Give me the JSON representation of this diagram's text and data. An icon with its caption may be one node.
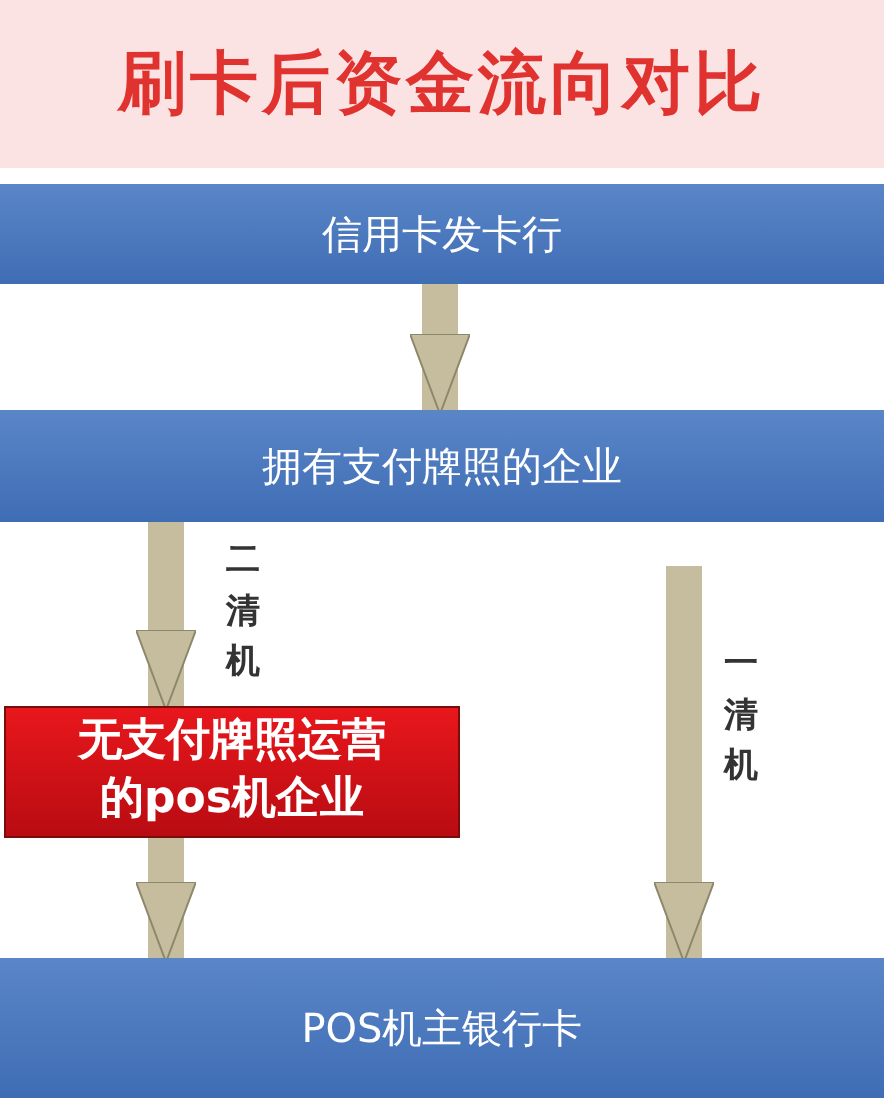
{
  "diagram": {
    "title": "刷卡后资金流向对比",
    "nodes": [
      {
        "text": [
          "信用卡发卡行"
        ]
      },
      {
        "text": [
          "拥有支付牌照的企业"
        ]
      },
      {
        "text": [
          "无支付牌照运营的pos机企业"
        ]
      },
      {
        "text": [
          "POS机主银行卡"
        ]
      }
    ],
    "edges": [
      {
        "from": 0,
        "to": 1,
        "arrow": "to"
      },
      {
        "from": 1,
        "to": 2,
        "arrow": "to",
        "label": "二清机"
      },
      {
        "from": 2,
        "to": 3,
        "arrow": "to"
      },
      {
        "from": 1,
        "to": 3,
        "arrow": "to",
        "label": "一清机"
      }
    ]
  }
}
